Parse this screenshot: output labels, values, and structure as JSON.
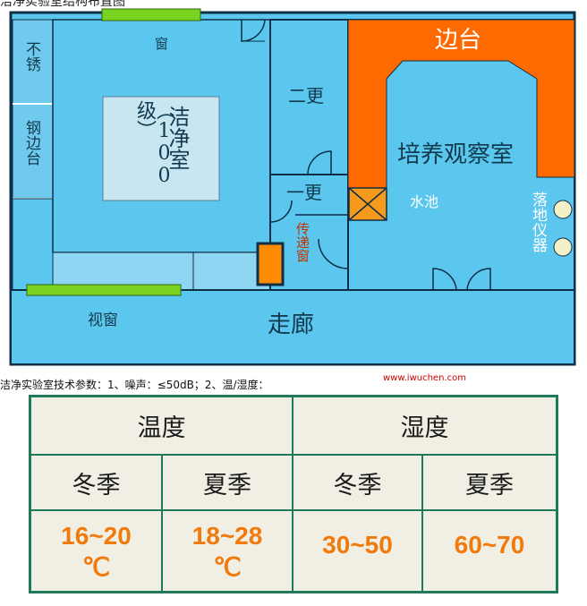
{
  "header": {
    "top_text": "洁净实验室结构布置图"
  },
  "floorplan": {
    "rooms": {
      "stainless_steel_counter": "不锈钢边台",
      "window": "窗",
      "clean_room_line1": "洁净室",
      "clean_room_line2": "（100级）",
      "second_change_room": "二更",
      "first_change_room": "一更",
      "pass_box_window": "传递窗",
      "side_counter": "边台",
      "culture_observation_room": "培养观察室",
      "sink": "水池",
      "floor_instruments": "落地仪器",
      "viewing_window": "视窗",
      "corridor": "走廊"
    },
    "colors": {
      "room_fill": "#5bc7ee",
      "clean_room_fill": "#c8e6f2",
      "counter_fill": "#ff6a00",
      "window_green": "#7bd321",
      "wall_dark": "#0e2f46"
    }
  },
  "caption": "洁净实验室技术参数：1、噪声：≤50dB；2、温/湿度：",
  "watermark_url": "www.iwuchen.com",
  "params_table": {
    "headers": [
      "温度",
      "湿度"
    ],
    "seasons": [
      "冬季",
      "夏季",
      "冬季",
      "夏季"
    ],
    "values": [
      {
        "range": "16~20",
        "unit": "℃"
      },
      {
        "range": "18~28",
        "unit": "℃"
      },
      {
        "range": "30~50",
        "unit": ""
      },
      {
        "range": "60~70",
        "unit": ""
      }
    ]
  }
}
